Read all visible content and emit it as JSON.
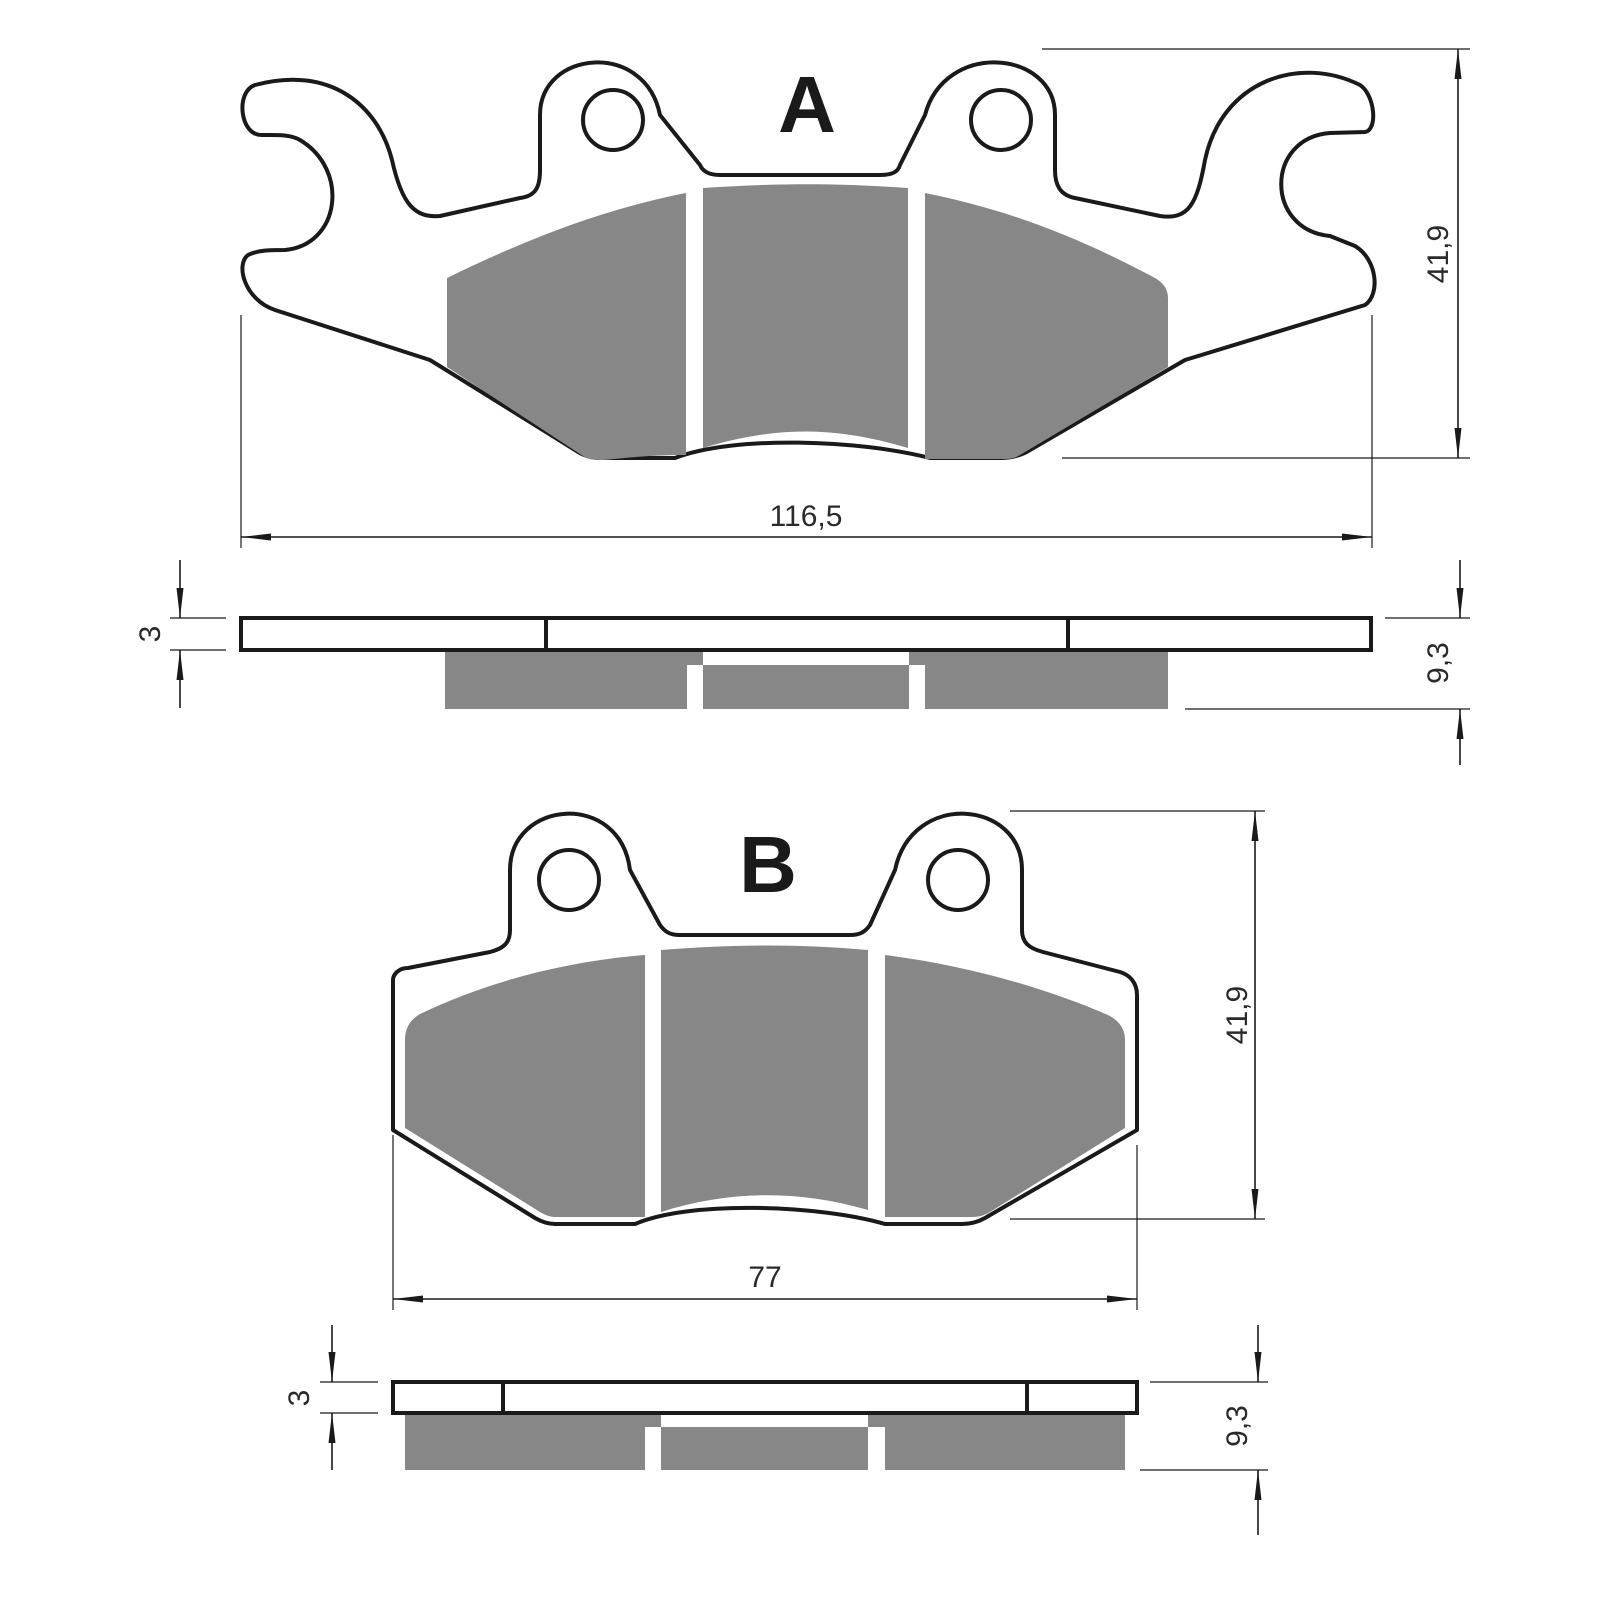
{
  "pad_a": {
    "label": "A",
    "width": "116,5",
    "height": "41,9",
    "plate_thickness": "3",
    "total_thickness": "9,3"
  },
  "pad_b": {
    "label": "B",
    "width": "77",
    "height": "41,9",
    "plate_thickness": "3",
    "total_thickness": "9,3"
  },
  "colors": {
    "line": "#1a1a1a",
    "friction_material": "#878787",
    "background": "#ffffff"
  }
}
